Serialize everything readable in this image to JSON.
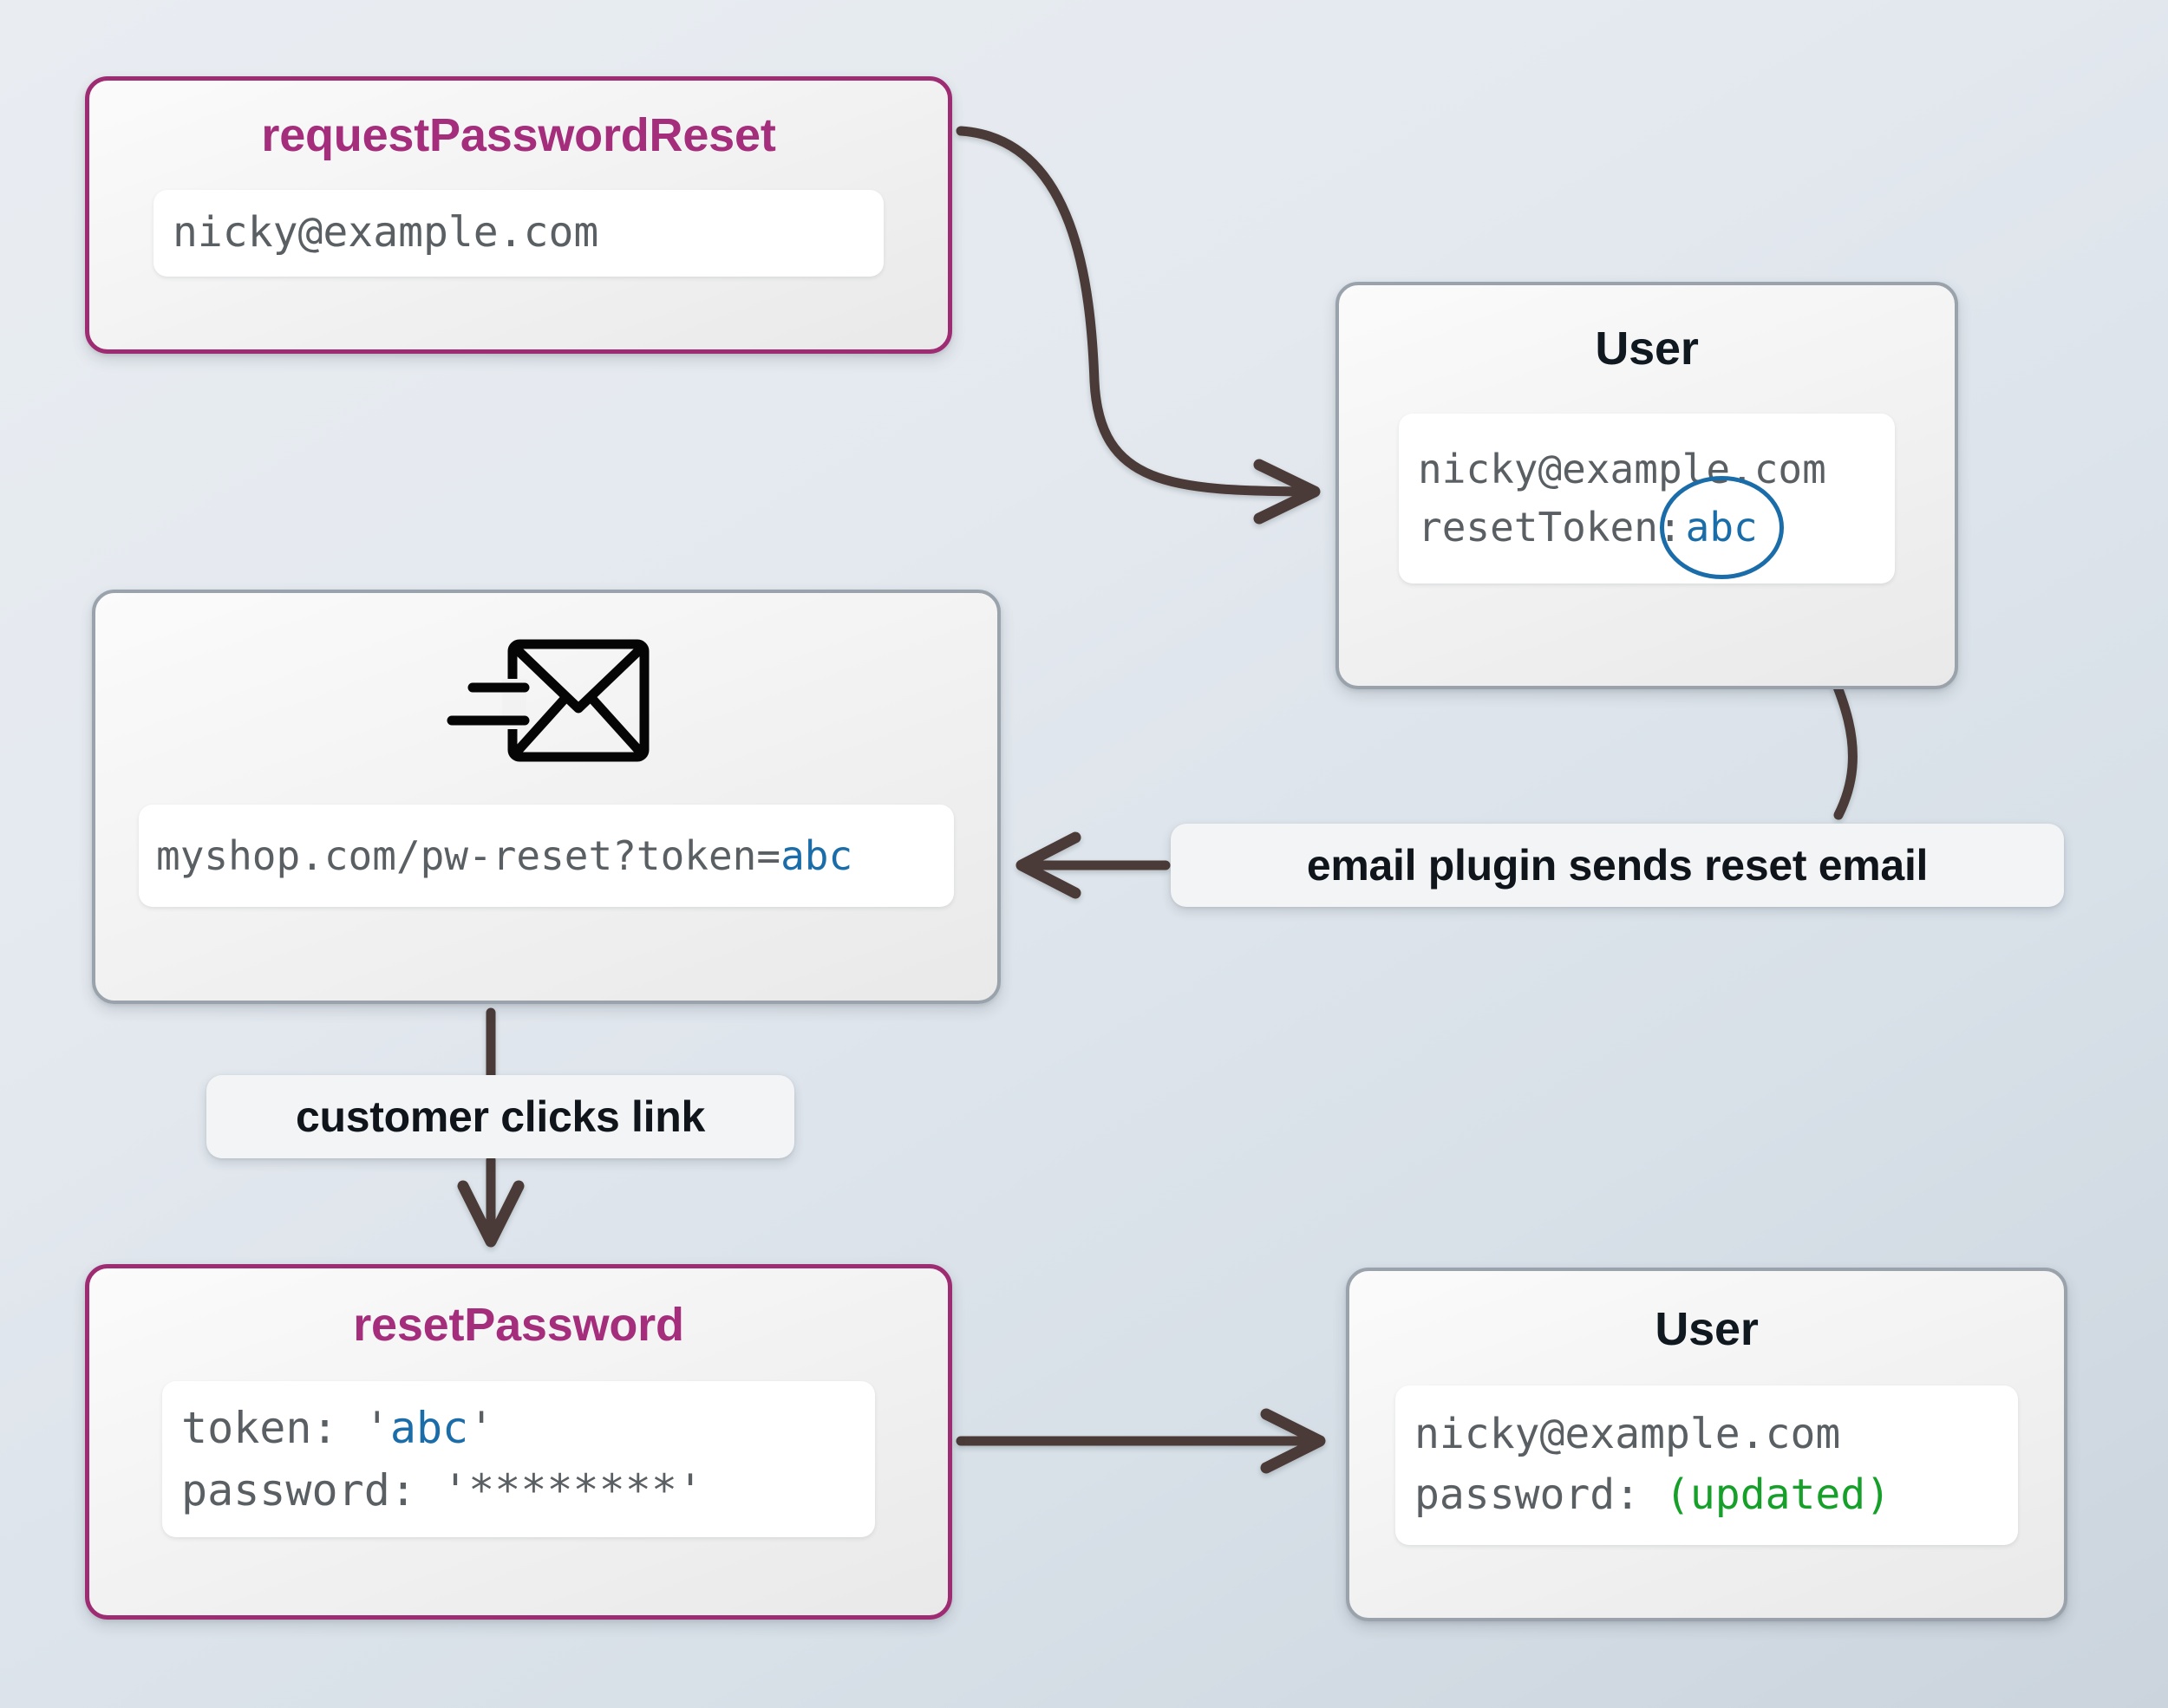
{
  "diagram": {
    "title": "password reset token flow",
    "background_top": "#e9edf2",
    "background_bottom": "#cbd4dd",
    "accent_color": "#a42d7c",
    "neutral_border": "#9aa3ab",
    "token_color": "#1a6da8",
    "updated_color": "#16a02a",
    "arrow_color": "#4b3b39"
  },
  "nodes": {
    "request_password_reset": {
      "title": "requestPasswordReset",
      "field": {
        "lines": [
          {
            "text": "nicky@example.com"
          }
        ]
      }
    },
    "user_top": {
      "title": "User",
      "field": {
        "email": "nicky@example.com",
        "token_label": "resetToken:",
        "token_value": "abc"
      }
    },
    "email_message": {
      "icon": "send-email-envelope-icon",
      "field": {
        "url_prefix": "myshop.com/pw-reset?token=",
        "url_token": "abc"
      }
    },
    "reset_password": {
      "title": "resetPassword",
      "field": {
        "token_label": "token:",
        "token_quote_open": "'",
        "token_value": "abc",
        "token_quote_close": "'",
        "password_label": "password:",
        "password_value": "'********'"
      }
    },
    "user_bottom": {
      "title": "User",
      "field": {
        "email": "nicky@example.com",
        "password_label": "password:",
        "password_value": "(updated)"
      }
    }
  },
  "edges": {
    "request_to_user": {
      "label": ""
    },
    "user_to_plugin": {
      "label": ""
    },
    "plugin_to_email": {
      "label": "email plugin sends reset email"
    },
    "email_to_reset": {
      "label": "customer clicks link"
    },
    "reset_to_user": {
      "label": ""
    }
  }
}
